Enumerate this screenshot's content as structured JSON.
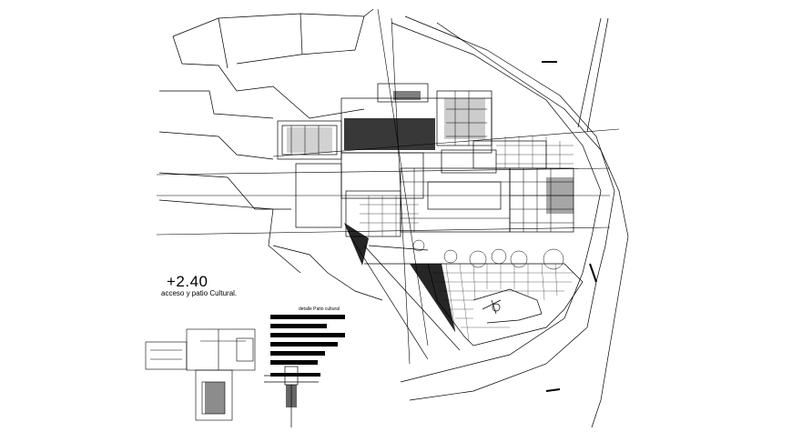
{
  "drawing": {
    "level_label": "+2.40",
    "level_caption": "acceso y patio Cultural.",
    "detail_label": "detalle Patio cultural"
  },
  "colors": {
    "ink": "#000000",
    "paper": "#ffffff"
  }
}
